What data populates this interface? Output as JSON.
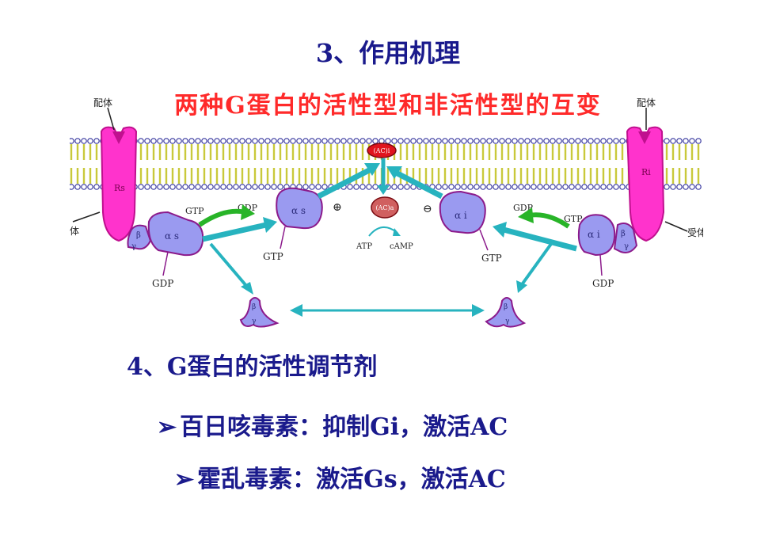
{
  "title3": "3、作用机理",
  "subtitle": "两种G蛋白的活性型和非活性型的互变",
  "diagram": {
    "ligand_left": "配体",
    "ligand_right": "配体",
    "receptor_left": "受体",
    "receptor_right": "受体",
    "rs": "Rs",
    "ri": "Ri",
    "ac_i": "(AC)i",
    "ac_a": "(AC)a",
    "alpha_s": "α s",
    "alpha_i": "α i",
    "beta": "β",
    "gamma": "γ",
    "gtp": "GTP",
    "gdp": "GDP",
    "atp": "ATP",
    "camp": "cAMP",
    "plus": "⊕",
    "minus": "⊖",
    "colors": {
      "membrane": "#c9c93a",
      "receptor": "#ff33cc",
      "protein": "#9a9af0",
      "arrow": "#27b3bf",
      "green": "#28b428",
      "ac": "#e0141e"
    }
  },
  "title4": "4、G蛋白的活性调节剂",
  "bullet_marker": "➢",
  "bullet1": "百日咳毒素：抑制Gi，激活AC",
  "bullet2": "霍乱毒素：激活Gs，激活AC"
}
